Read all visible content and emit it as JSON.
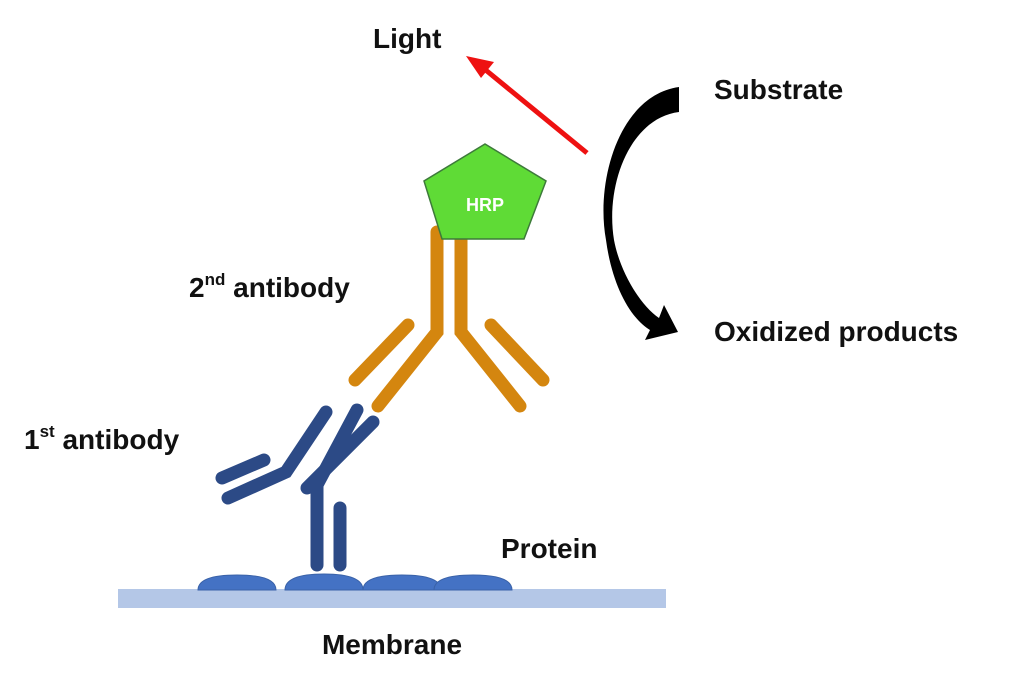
{
  "labels": {
    "light": "Light",
    "substrate": "Substrate",
    "oxidized": "Oxidized products",
    "hrp": "HRP",
    "second_antibody_num": "2",
    "second_antibody_sup": "nd",
    "second_antibody_text": " antibody",
    "first_antibody_num": "1",
    "first_antibody_sup": "st",
    "first_antibody_text": " antibody",
    "protein": "Protein",
    "membrane": "Membrane"
  },
  "colors": {
    "hrp_fill": "#5fdb36",
    "hrp_stroke": "#3d7a3a",
    "second_antibody": "#d4860f",
    "first_antibody": "#2c4a86",
    "protein": "#4472c4",
    "membrane": "#b4c7e7",
    "light_arrow": "#ee1111",
    "reaction_arrow": "#000000"
  },
  "proteins_count": 4
}
